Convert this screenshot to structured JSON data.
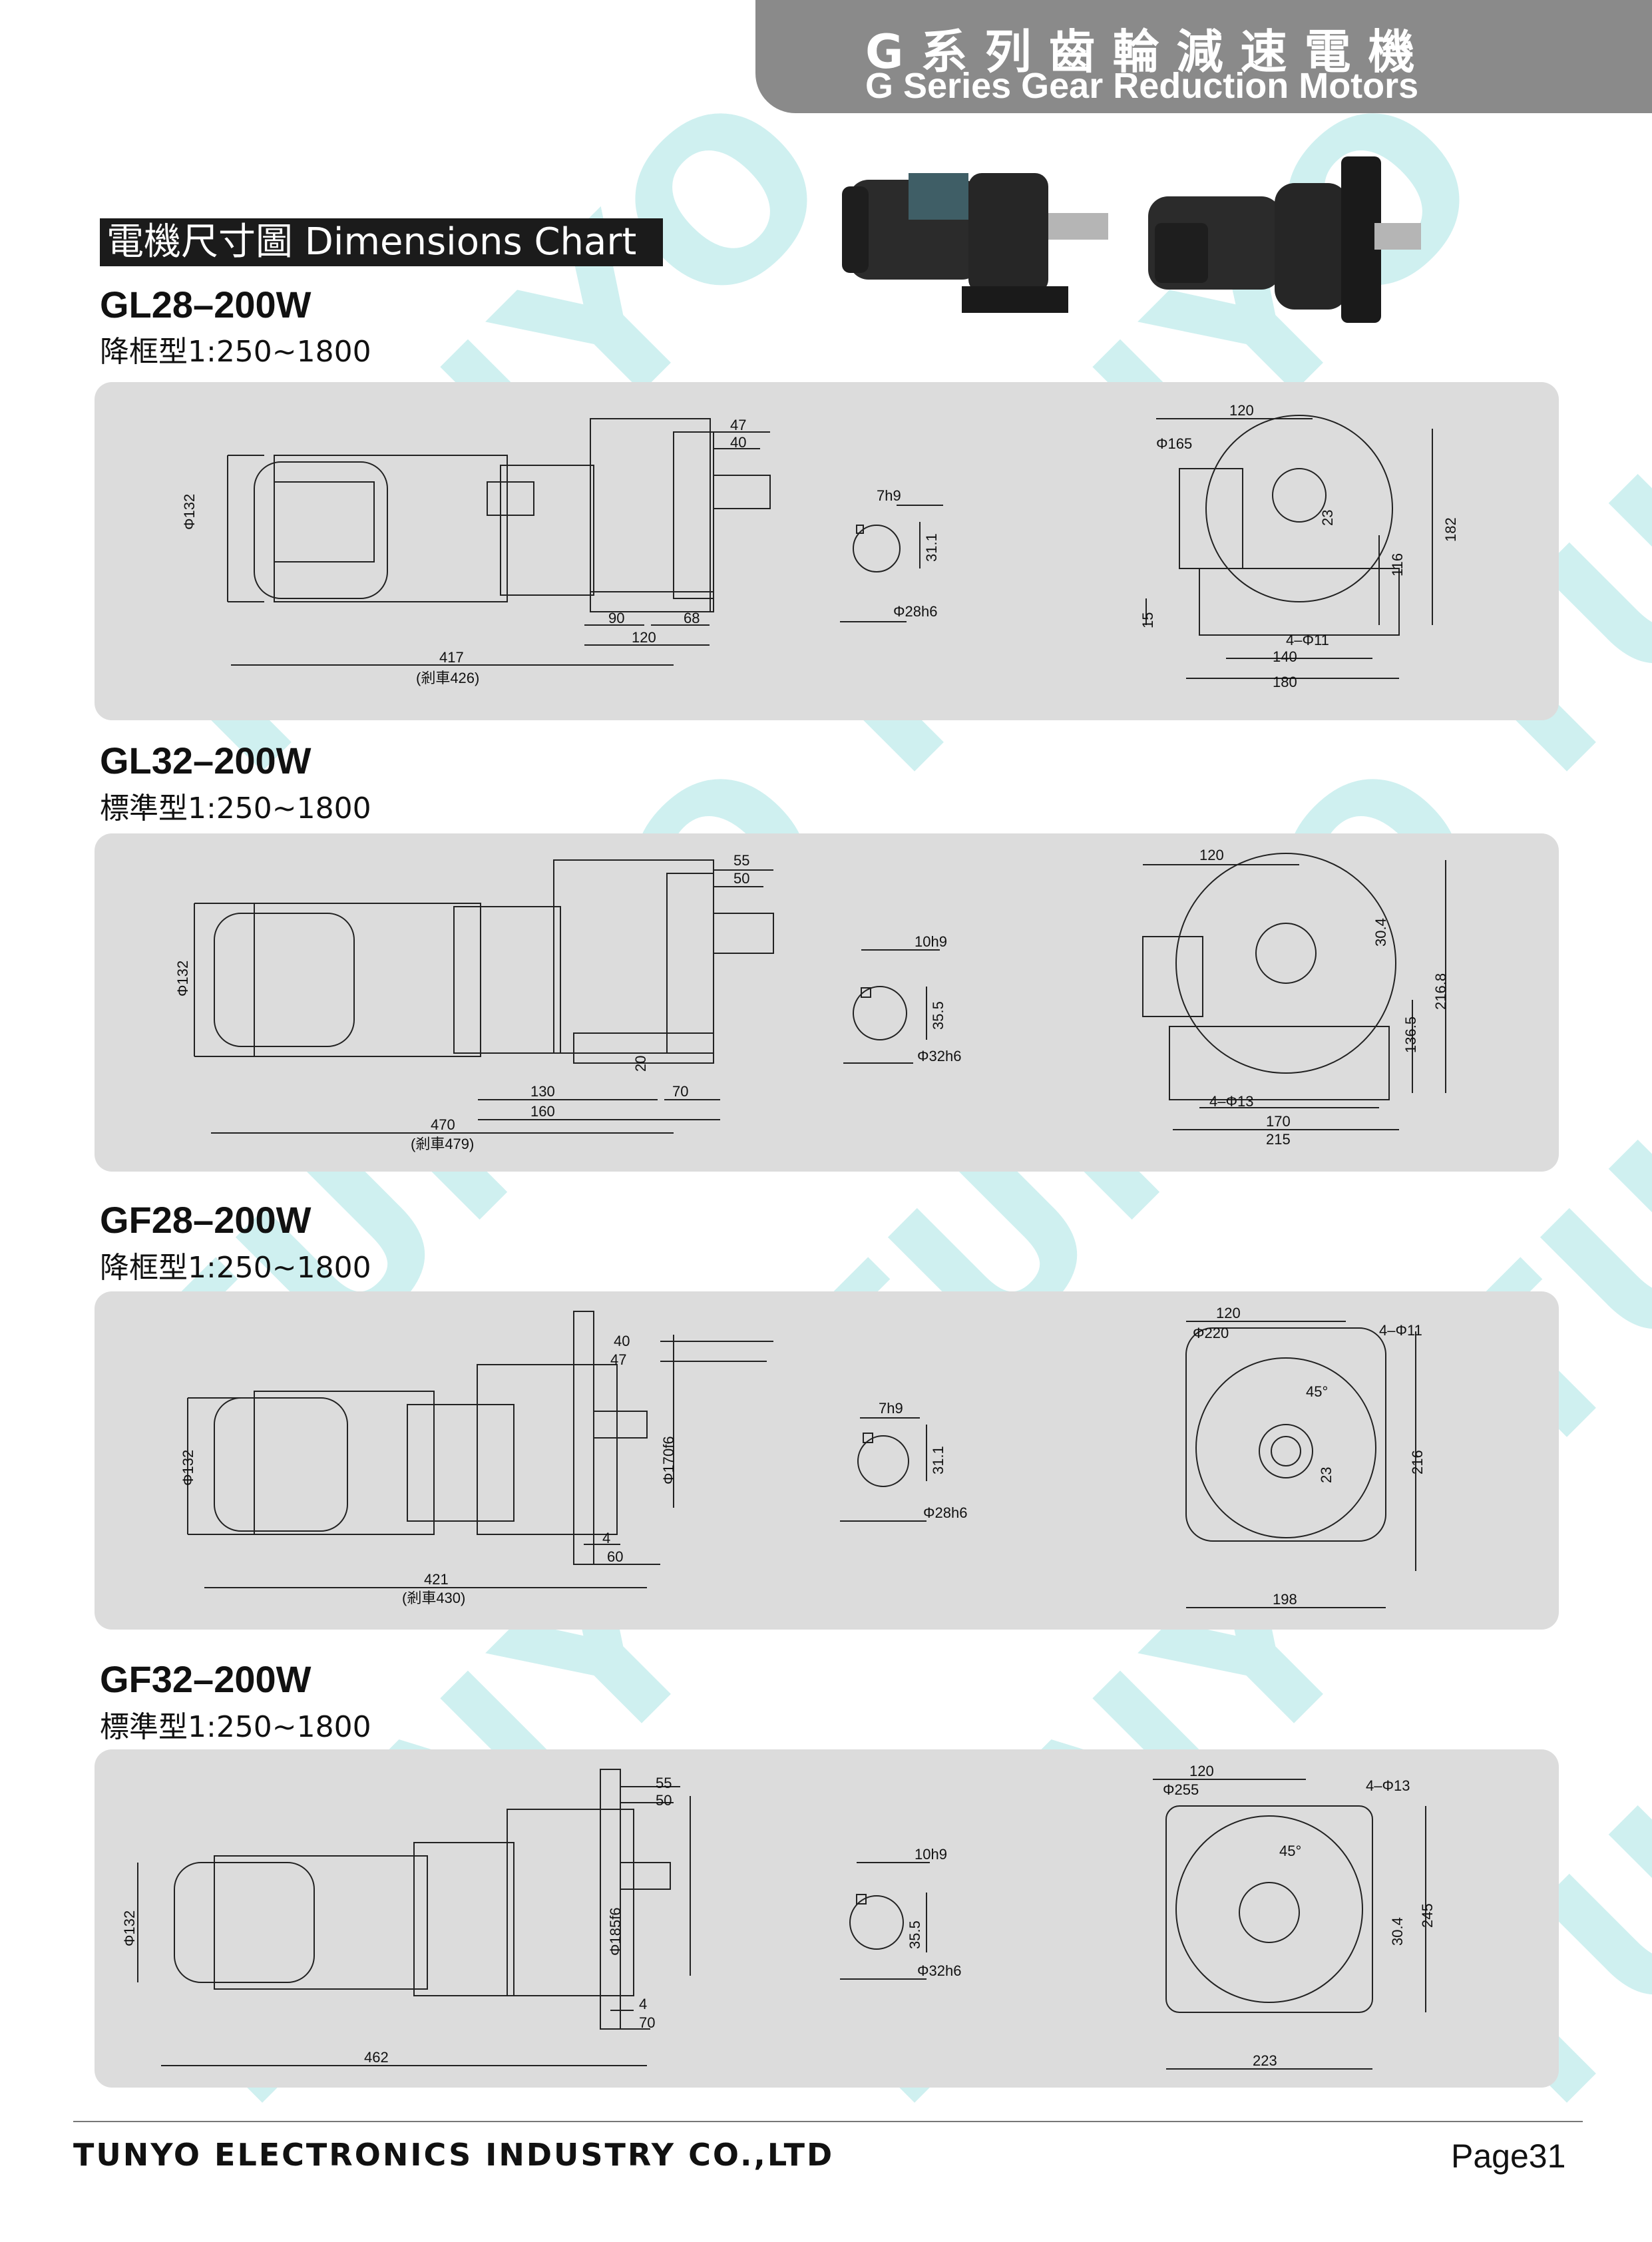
{
  "header": {
    "title_zh": "G系列齒輪減速電機",
    "title_en": "G Series Gear Reduction Motors"
  },
  "watermark": "TUNYO",
  "section_label": "電機尺寸圖 Dimensions Chart",
  "models": [
    {
      "name": "GL28–200W",
      "ratio": "降框型1:250~1800",
      "side": [
        "47",
        "40",
        "Φ132",
        "90",
        "68",
        "120",
        "417",
        "(剎車426)"
      ],
      "shaft": [
        "7h9",
        "31.1",
        "Φ28h6"
      ],
      "front": [
        "120",
        "Φ165",
        "23",
        "116",
        "182",
        "15",
        "4–Φ11",
        "140",
        "180"
      ]
    },
    {
      "name": "GL32–200W",
      "ratio": "標準型1:250~1800",
      "side": [
        "55",
        "50",
        "Φ132",
        "20",
        "130",
        "70",
        "160",
        "470",
        "(剎車479)"
      ],
      "shaft": [
        "10h9",
        "35.5",
        "Φ32h6"
      ],
      "front": [
        "120",
        "30.4",
        "216.8",
        "136.5",
        "4–Φ13",
        "170",
        "215"
      ]
    },
    {
      "name": "GF28–200W",
      "ratio": "降框型1:250~1800",
      "side": [
        "47",
        "40",
        "Φ170f6",
        "Φ132",
        "4",
        "60",
        "421",
        "(剎車430)"
      ],
      "shaft": [
        "7h9",
        "31.1",
        "Φ28h6"
      ],
      "front": [
        "120",
        "Φ220",
        "4–Φ11",
        "45°",
        "23",
        "216",
        "198"
      ]
    },
    {
      "name": "GF32–200W",
      "ratio": "標準型1:250~1800",
      "side": [
        "55",
        "50",
        "Φ185f6",
        "Φ132",
        "4",
        "70",
        "462"
      ],
      "shaft": [
        "10h9",
        "35.5",
        "Φ32h6"
      ],
      "front": [
        "120",
        "Φ255",
        "4–Φ13",
        "45°",
        "30.4",
        "245",
        "223"
      ]
    }
  ],
  "footer": {
    "company": "TUNYO ELECTRONICS INDUSTRY CO.,LTD",
    "page": "Page31"
  }
}
